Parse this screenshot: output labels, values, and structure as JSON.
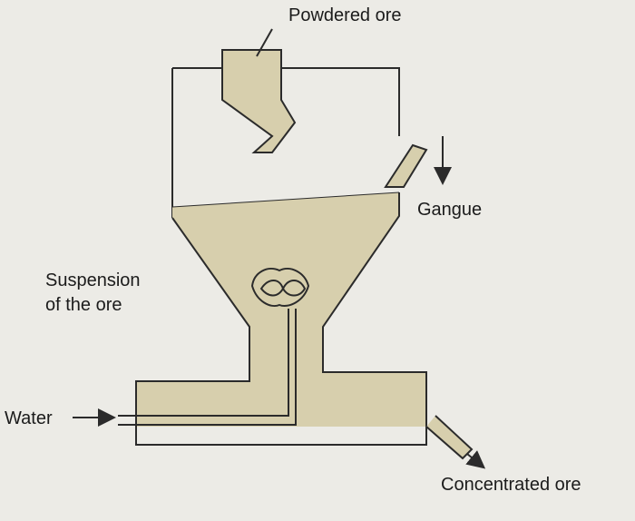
{
  "labels": {
    "powdered_ore": "Powdered ore",
    "gangue": "Gangue",
    "suspension_line1": "Suspension",
    "suspension_line2": "of the ore",
    "water": "Water",
    "concentrated_ore": "Concentrated ore"
  },
  "colors": {
    "background": "#ecebe6",
    "suspension_fill": "#d7cfad",
    "outline": "#2b2b2b",
    "text": "#1b1b1b"
  }
}
